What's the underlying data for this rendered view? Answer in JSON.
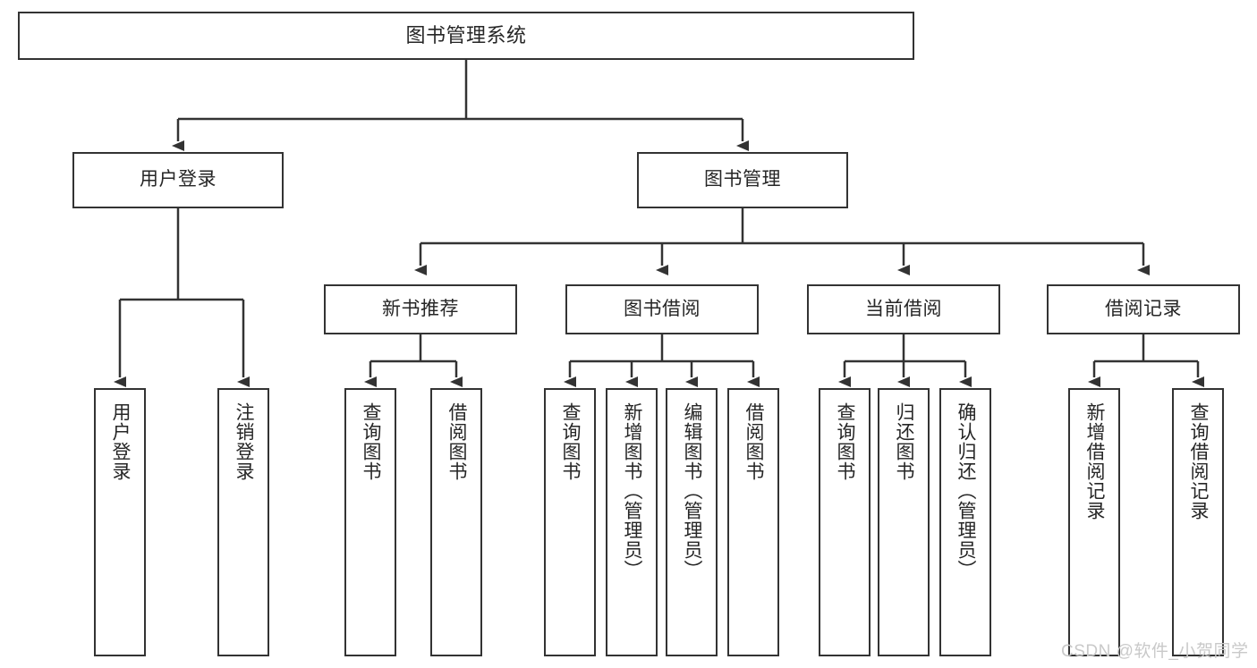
{
  "diagram": {
    "type": "tree",
    "title": "图书管理系统",
    "root": {
      "label": "图书管理系统"
    },
    "level1": [
      {
        "label": "用户登录"
      },
      {
        "label": "图书管理"
      }
    ],
    "level2": [
      {
        "label": "新书推荐"
      },
      {
        "label": "图书借阅"
      },
      {
        "label": "当前借阅"
      },
      {
        "label": "借阅记录"
      }
    ],
    "leaves": {
      "user_login": [
        {
          "label": "用户登录"
        },
        {
          "label": "注销登录"
        }
      ],
      "new_book_recommend": [
        {
          "label": "查询图书"
        },
        {
          "label": "借阅图书"
        }
      ],
      "book_borrow": [
        {
          "label": "查询图书"
        },
        {
          "label": "新增图书（管理员）"
        },
        {
          "label": "编辑图书（管理员）"
        },
        {
          "label": "借阅图书"
        }
      ],
      "current_borrow": [
        {
          "label": "查询图书"
        },
        {
          "label": "归还图书"
        },
        {
          "label": "确认归还（管理员）"
        }
      ],
      "borrow_record": [
        {
          "label": "新增借阅记录"
        },
        {
          "label": "查询借阅记录"
        }
      ]
    }
  },
  "watermark": {
    "text": "CSDN @软件_小贺同学"
  },
  "colors": {
    "stroke": "#333333",
    "fill": "#ffffff",
    "text": "#262626",
    "watermark": "#c9c9c9"
  }
}
